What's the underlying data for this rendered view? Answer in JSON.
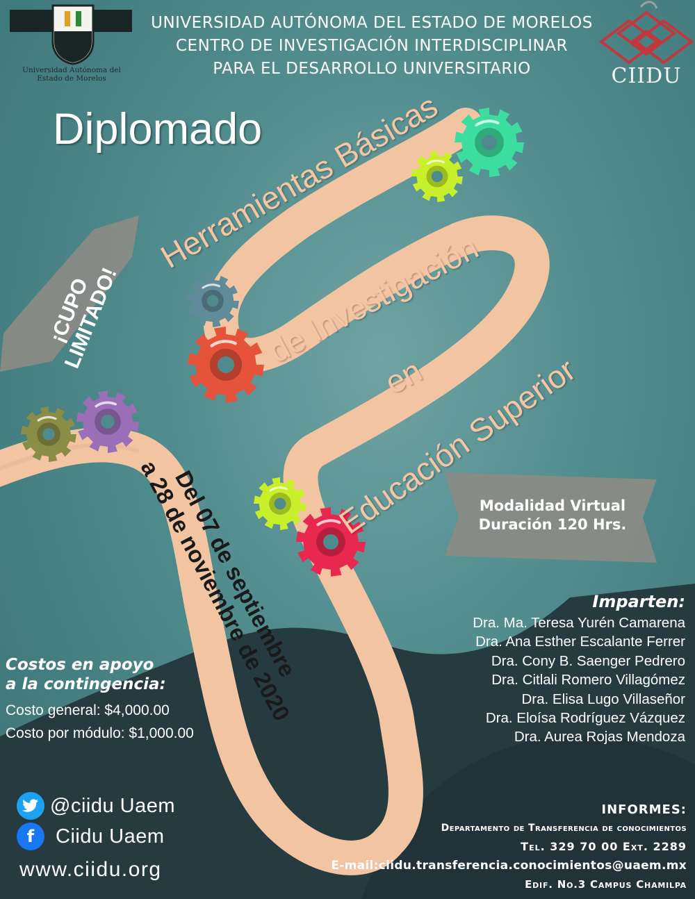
{
  "header": {
    "line1": "UNIVERSIDAD AUTÓNOMA DEL ESTADO DE MORELOS",
    "line2": "CENTRO DE INVESTIGACIÓN INTERDISCIPLINAR",
    "line3": "PARA EL DESARROLLO UNIVERSITARIO",
    "crest_caption_1": "Universidad Autónoma del",
    "crest_caption_2": "Estado de Morelos",
    "ciidu_logo_text": "CIIDU"
  },
  "title": {
    "kind": "Diplomado",
    "line1": "Herramientas Básicas",
    "line2": "de Investigación",
    "line3": "en",
    "line4": "Educación Superior"
  },
  "badge_cupo": {
    "line1": "¡CUPO",
    "line2": "LIMITADO!"
  },
  "dates": {
    "line1": "Del 07 de septiembre",
    "line2": "a 28 de noviembre de 2020"
  },
  "modalidad": {
    "line1": "Modalidad Virtual",
    "line2": "Duración 120 Hrs."
  },
  "imparten": {
    "title": "Imparten:",
    "names": [
      "Dra. Ma. Teresa Yurén Camarena",
      "Dra. Ana Esther Escalante Ferrer",
      "Dra. Cony B. Saenger Pedrero",
      "Dra. Citlali Romero Villagómez",
      "Dra. Elisa Lugo Villaseñor",
      "Dra. Eloísa Rodríguez Vázquez",
      "Dra. Aurea Rojas Mendoza"
    ]
  },
  "costos": {
    "title1": "Costos en apoyo",
    "title2": "a la contingencia:",
    "general": "Costo general: $4,000.00",
    "modulo": "Costo por  módulo: $1,000.00"
  },
  "social": {
    "twitter_icon": "twitter-icon",
    "twitter": "@ciidu Uaem",
    "facebook_icon": "facebook-icon",
    "facebook_icon_glyph": "f",
    "facebook": "Ciidu Uaem",
    "web": "www.ciidu.org"
  },
  "informes": {
    "title": "INFORMES:",
    "dept": "Departamento de Transferencia de conocimientos",
    "tel": "Tel. 329 70 00 Ext. 2289",
    "email": "E-mail:ciidu.transferencia.conocimientos@uaem.mx",
    "edif": "Edif. No.3 Campus Chamilpa"
  },
  "colors": {
    "background": "#4f8a8c",
    "road": "#f3c4a2",
    "dark_panel": "#263b40",
    "gear_teal": "#3ddc9f",
    "gear_lime": "#c8f02a",
    "gear_blue_gray": "#5f8b9a",
    "gear_orange": "#e5533a",
    "gear_olive": "#8a8d45",
    "gear_purple": "#9a6fb8",
    "gear_red": "#e8284f"
  }
}
